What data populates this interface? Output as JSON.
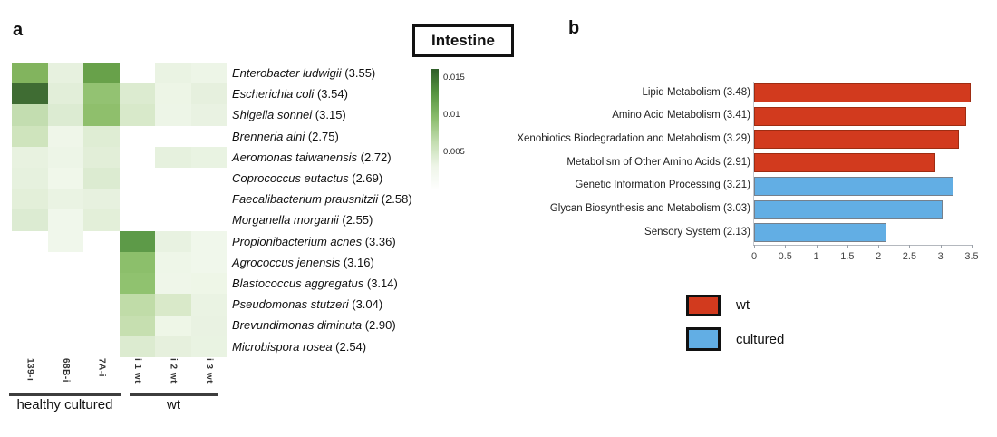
{
  "panels": {
    "a_label": "a",
    "b_label": "b"
  },
  "chart_data": [
    {
      "type": "heatmap",
      "panel": "a",
      "title": "Intestine",
      "columns": [
        "139-i",
        "68B-i",
        "7A-i",
        "i 1 wt",
        "i 2 wt",
        "i 3 wt"
      ],
      "column_groups": [
        {
          "label": "healthy cultured",
          "cols": [
            0,
            2
          ]
        },
        {
          "label": "wt",
          "cols": [
            3,
            5
          ]
        }
      ],
      "rows": [
        {
          "name": "Enterobacter ludwigii",
          "score": "3.55"
        },
        {
          "name": "Escherichia coli",
          "score": "3.54"
        },
        {
          "name": "Shigella sonnei",
          "score": "3.15"
        },
        {
          "name": "Brenneria alni",
          "score": "2.75"
        },
        {
          "name": "Aeromonas taiwanensis",
          "score": "2.72"
        },
        {
          "name": "Coprococcus eutactus",
          "score": "2.69"
        },
        {
          "name": "Faecalibacterium prausnitzii",
          "score": "2.58"
        },
        {
          "name": "Morganella morganii",
          "score": "2.55"
        },
        {
          "name": "Propionibacterium acnes",
          "score": "3.36"
        },
        {
          "name": "Agrococcus jenensis",
          "score": "3.16"
        },
        {
          "name": "Blastococcus aggregatus",
          "score": "3.14"
        },
        {
          "name": "Pseudomonas stutzeri",
          "score": "3.04"
        },
        {
          "name": "Brevundimonas diminuta",
          "score": "2.90"
        },
        {
          "name": "Microbispora rosea",
          "score": "2.54"
        }
      ],
      "cell_colors": [
        [
          "#82b45e",
          "#e7f1df",
          "#68a14a",
          "#ffffff",
          "#eaf3e3",
          "#edf5e7"
        ],
        [
          "#3f6c33",
          "#e2eed9",
          "#93c272",
          "#dcebd0",
          "#edf5e6",
          "#e6f0de"
        ],
        [
          "#c3ddb0",
          "#dcebd2",
          "#8fbf6c",
          "#d8e9ca",
          "#edf5e7",
          "#e9f2e2"
        ],
        [
          "#cfe4bd",
          "#eff6e9",
          "#dfedd4",
          "#ffffff",
          "#ffffff",
          "#ffffff"
        ],
        [
          "#e8f2e0",
          "#edf5e7",
          "#e2eed8",
          "#ffffff",
          "#e6f1de",
          "#e9f3e2"
        ],
        [
          "#e6f1de",
          "#f0f7ea",
          "#dcebd1",
          "#ffffff",
          "#ffffff",
          "#ffffff"
        ],
        [
          "#e3efd9",
          "#eaf3e3",
          "#e7f1df",
          "#ffffff",
          "#ffffff",
          "#ffffff"
        ],
        [
          "#dcebd2",
          "#f0f7eb",
          "#e3efd9",
          "#ffffff",
          "#ffffff",
          "#ffffff"
        ],
        [
          "#ffffff",
          "#f0f7eb",
          "#ffffff",
          "#5d9a48",
          "#e8f2e1",
          "#f0f7eb"
        ],
        [
          "#ffffff",
          "#ffffff",
          "#ffffff",
          "#8cbf6b",
          "#eef6e8",
          "#f0f7eb"
        ],
        [
          "#ffffff",
          "#ffffff",
          "#ffffff",
          "#90c26f",
          "#eff6e9",
          "#eef6e7"
        ],
        [
          "#ffffff",
          "#ffffff",
          "#ffffff",
          "#c0dca8",
          "#d9e9c9",
          "#eaf3e3"
        ],
        [
          "#ffffff",
          "#ffffff",
          "#ffffff",
          "#c6dfb0",
          "#eef6e7",
          "#e9f2e2"
        ],
        [
          "#ffffff",
          "#ffffff",
          "#ffffff",
          "#dcebd0",
          "#e6f0dd",
          "#e9f3e2"
        ]
      ],
      "colorbar": {
        "tick_labels": [
          "0.015",
          "0.01",
          "0.005"
        ],
        "gradient_stops": [
          "#2f5f29",
          "#579441",
          "#8abc6c",
          "#c3ddb0",
          "#eef5e8",
          "#ffffff"
        ]
      }
    },
    {
      "type": "bar",
      "panel": "b",
      "orientation": "horizontal",
      "categories": [
        "Lipid Metabolism (3.48)",
        "Amino Acid Metabolism (3.41)",
        "Xenobiotics Biodegradation and Metabolism (3.29)",
        "Metabolism of Other Amino Acids (2.91)",
        "Genetic Information Processing (3.21)",
        "Glycan Biosynthesis and Metabolism (3.03)",
        "Sensory System (2.13)"
      ],
      "values": [
        3.48,
        3.41,
        3.29,
        2.91,
        3.21,
        3.03,
        2.13
      ],
      "series_of": [
        "wt",
        "wt",
        "wt",
        "wt",
        "cultured",
        "cultured",
        "cultured"
      ],
      "xlim": [
        0,
        3.5
      ],
      "xticks": [
        "0",
        "0.5",
        "1",
        "1.5",
        "2",
        "2.5",
        "3",
        "3.5"
      ],
      "colors": {
        "wt": "#d23a1e",
        "wt_border": "#9e2c12",
        "cultured": "#62aee4",
        "cultured_border": "#75808c"
      },
      "legend": [
        {
          "label": "wt",
          "key": "wt"
        },
        {
          "label": "cultured",
          "key": "cultured"
        }
      ]
    }
  ]
}
